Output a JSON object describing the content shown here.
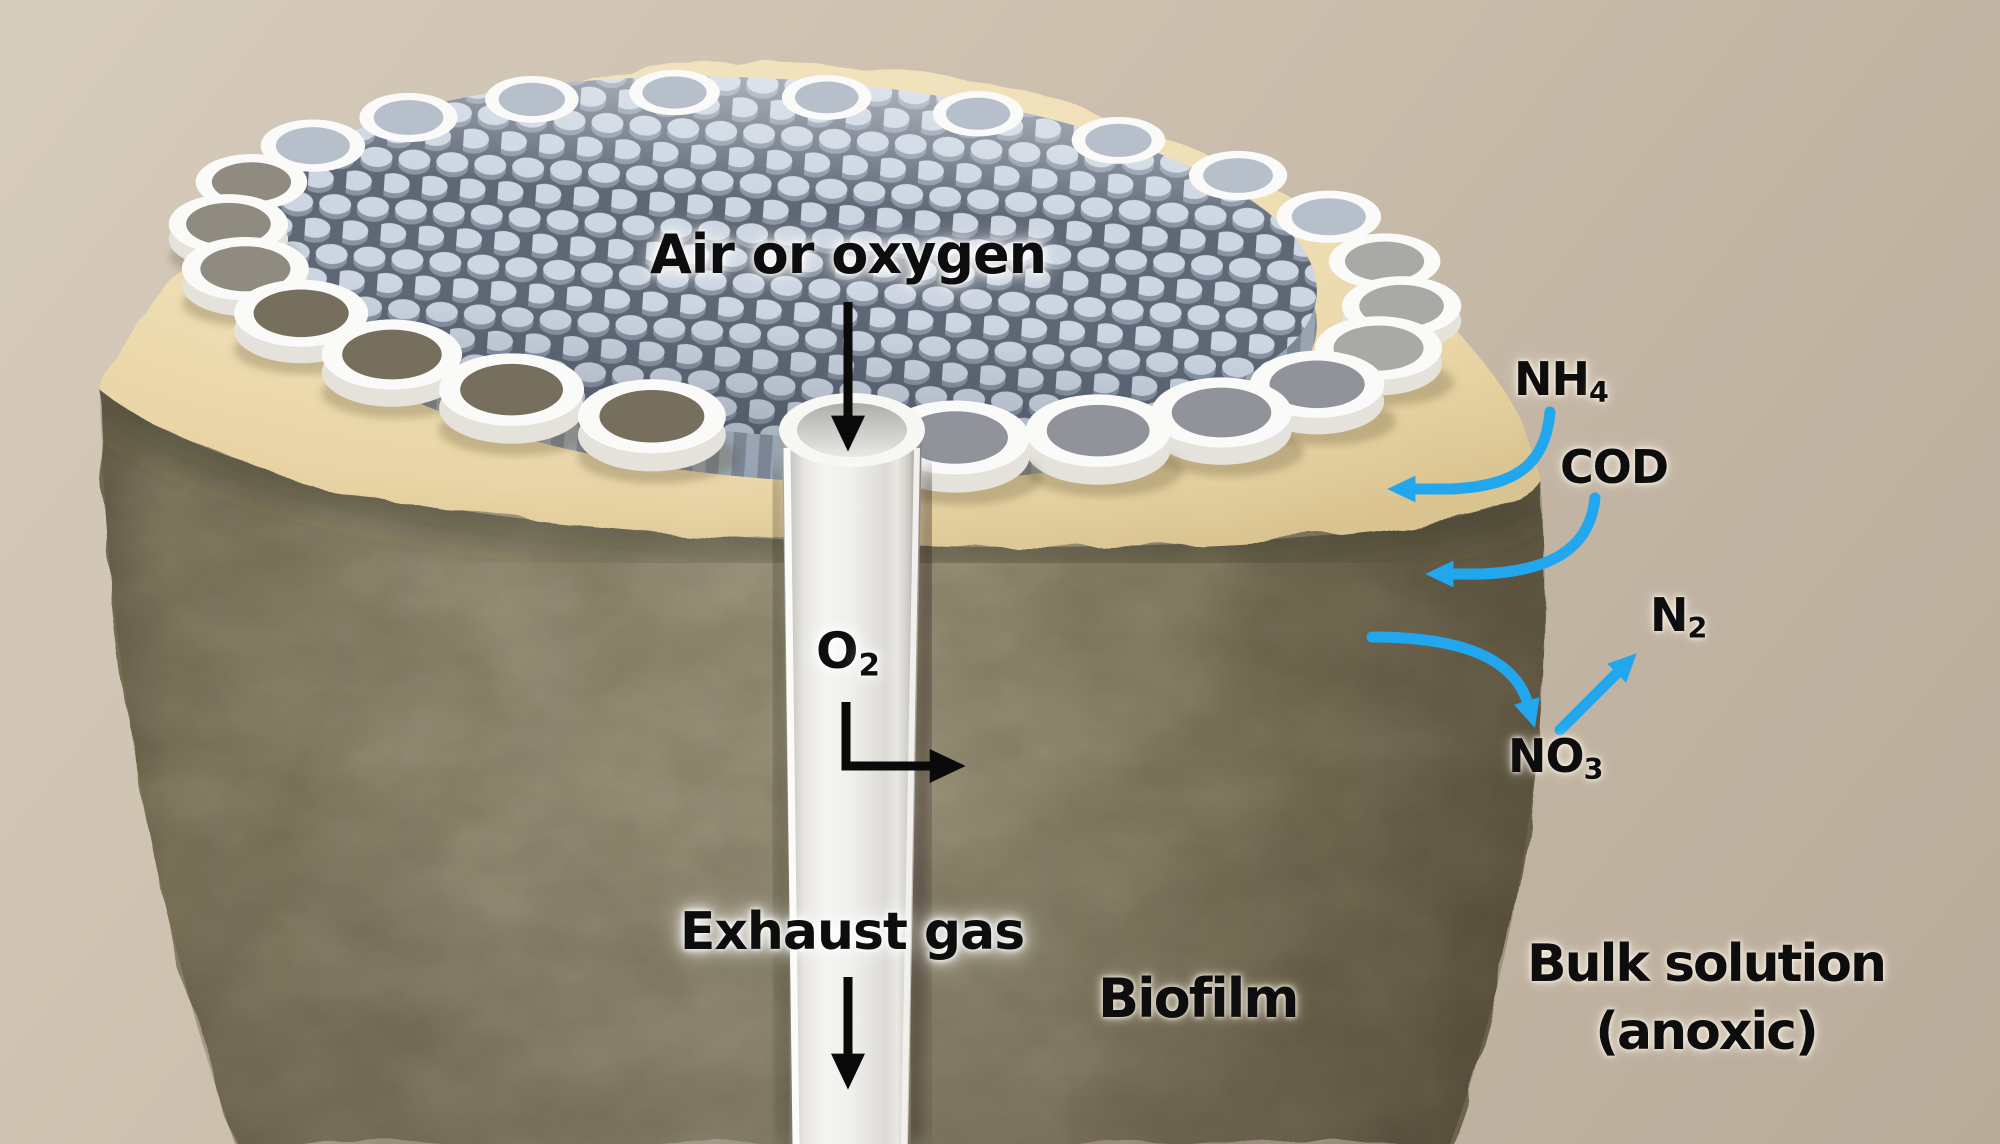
{
  "figure": {
    "air_label": "Air or oxygen",
    "o2_label": {
      "base": "O",
      "sub": "2"
    },
    "exhaust_label": "Exhaust gas",
    "nh4_label": {
      "base": "NH",
      "sub": "4"
    },
    "cod_label": "COD",
    "n2_label": {
      "base": "N",
      "sub": "2"
    },
    "no3_label": {
      "base": "NO",
      "sub": "3"
    },
    "biofilm_label": "Biofilm",
    "bulk_label_line1": "Bulk solution",
    "bulk_label_line2": "(anoxic)"
  },
  "colors": {
    "arrow_blue": "#22a7ee",
    "arrow_black": "#0a0a0a",
    "membrane_cream": "#ecd9ae",
    "fiber_blue_gray": "#ccd5e1",
    "biofilm_khaki": "#968d74",
    "background_tan": "#c8b9a8",
    "tube_white": "#f6f6f3"
  }
}
